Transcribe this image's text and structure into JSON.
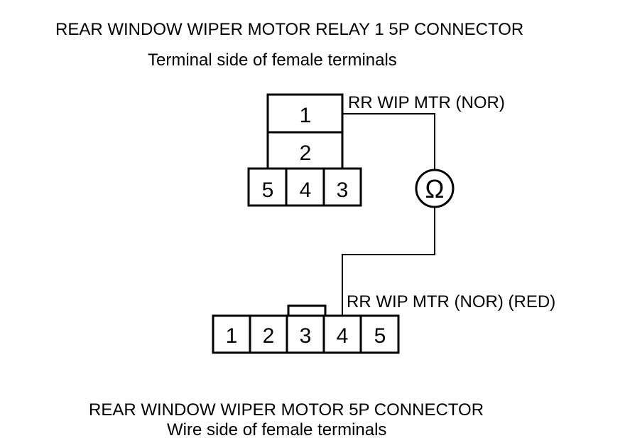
{
  "relay_connector": {
    "title": "REAR WINDOW WIPER MOTOR RELAY 1 5P CONNECTOR",
    "subtitle": "Terminal side of female terminals",
    "terminals": {
      "t1": "1",
      "t2": "2",
      "t5": "5",
      "t4": "4",
      "t3": "3"
    },
    "wire_label": "RR WIP MTR (NOR)"
  },
  "meter": {
    "symbol": "Ω",
    "icon": "ohmmeter-icon"
  },
  "motor_connector": {
    "title": "REAR WINDOW WIPER MOTOR 5P CONNECTOR",
    "subtitle": "Wire side of female terminals",
    "terminals": {
      "t1": "1",
      "t2": "2",
      "t3": "3",
      "t4": "4",
      "t5": "5"
    },
    "wire_label": "RR WIP MTR (NOR) (RED)"
  },
  "colors": {
    "line": "#000000",
    "background": "#ffffff"
  }
}
